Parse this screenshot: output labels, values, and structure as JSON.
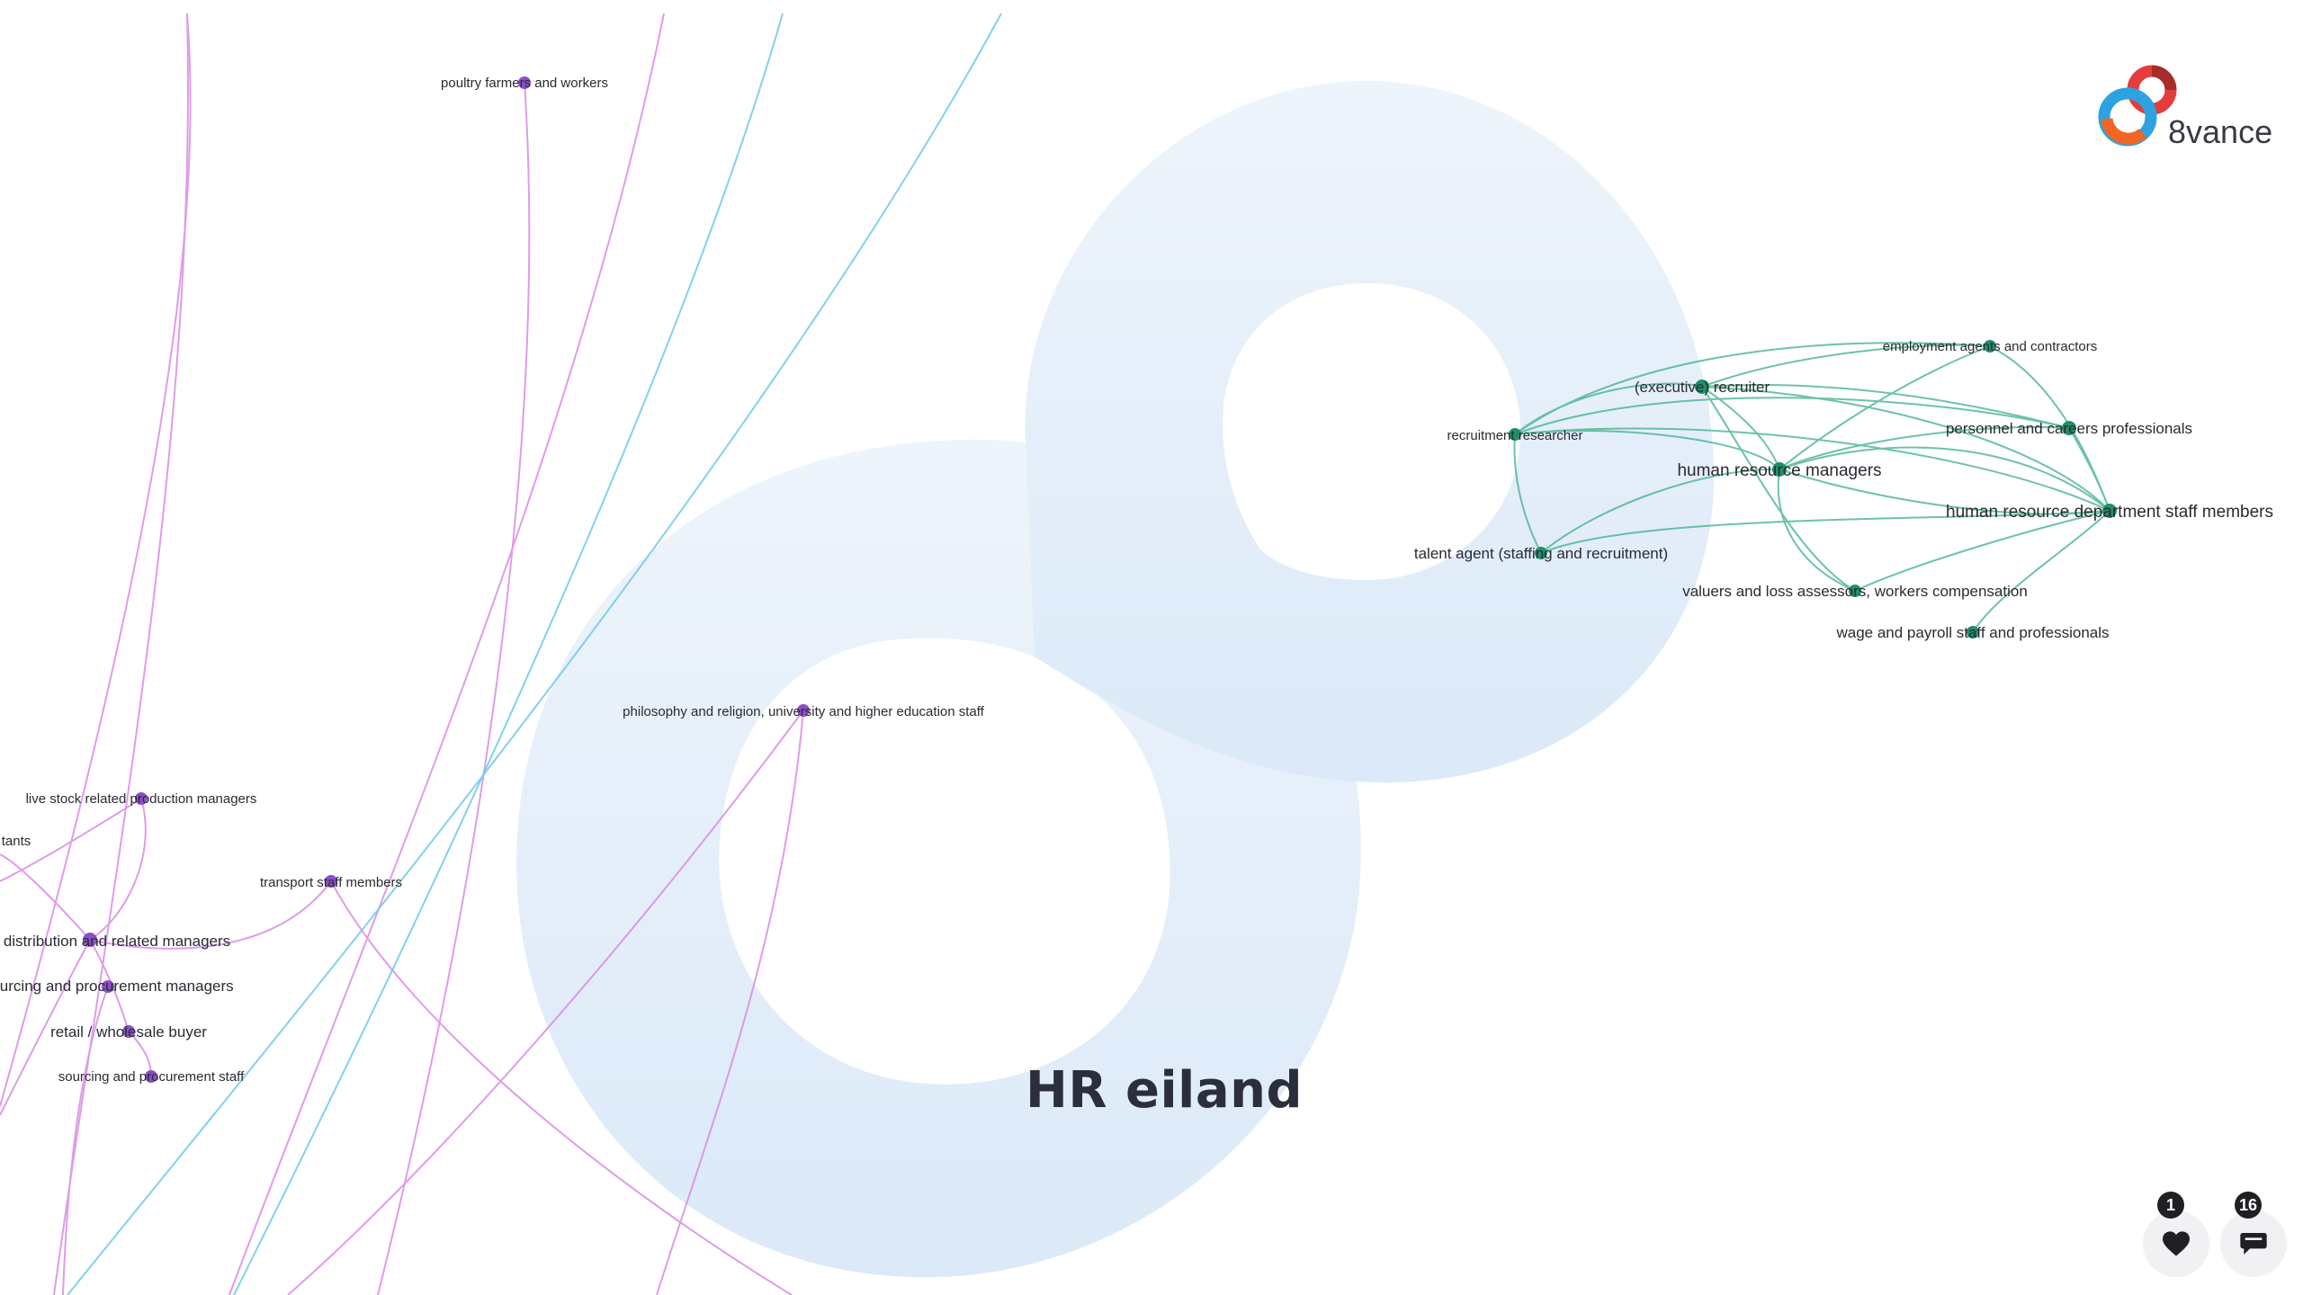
{
  "island": {
    "title": "HR eiland"
  },
  "brand": {
    "name": "8vance"
  },
  "actions": {
    "likes": {
      "count": "1",
      "icon": "heart-icon"
    },
    "comments": {
      "count": "16",
      "icon": "comment-icon"
    }
  },
  "colors": {
    "hr_cluster": "#2fa37e",
    "purple_cluster": "#8a4fc8",
    "purple_edge": "#d98be6",
    "blue_edge": "#6ec8ec",
    "watermark": "#e4eef9"
  },
  "nodes": [
    {
      "id": "poultry",
      "label": "poultry farmers and workers"
    },
    {
      "id": "livestock",
      "label": "live stock related production managers"
    },
    {
      "id": "consultants",
      "label": "tants"
    },
    {
      "id": "distribution",
      "label": "distribution and related managers"
    },
    {
      "id": "sourcing_mgr",
      "label": "ourcing and procurement managers"
    },
    {
      "id": "retail",
      "label": "retail / wholesale buyer"
    },
    {
      "id": "sourcing_staff",
      "label": "sourcing and procurement staff"
    },
    {
      "id": "transport",
      "label": "transport staff members"
    },
    {
      "id": "philosophy",
      "label": "philosophy and religion, university and higher education staff"
    },
    {
      "id": "employment",
      "label": "employment agents and contractors"
    },
    {
      "id": "exec_rec",
      "label": "(executive) recruiter"
    },
    {
      "id": "rec_research",
      "label": "recruitment researcher"
    },
    {
      "id": "personnel",
      "label": "personnel and careers professionals"
    },
    {
      "id": "hr_mgr",
      "label": "human resource managers"
    },
    {
      "id": "hr_staff",
      "label": "human resource department staff members"
    },
    {
      "id": "talent",
      "label": "talent agent (staffing and recruitment)"
    },
    {
      "id": "valuers",
      "label": "valuers and loss assessors, workers compensation"
    },
    {
      "id": "wage",
      "label": "wage and payroll staff and professionals"
    }
  ]
}
